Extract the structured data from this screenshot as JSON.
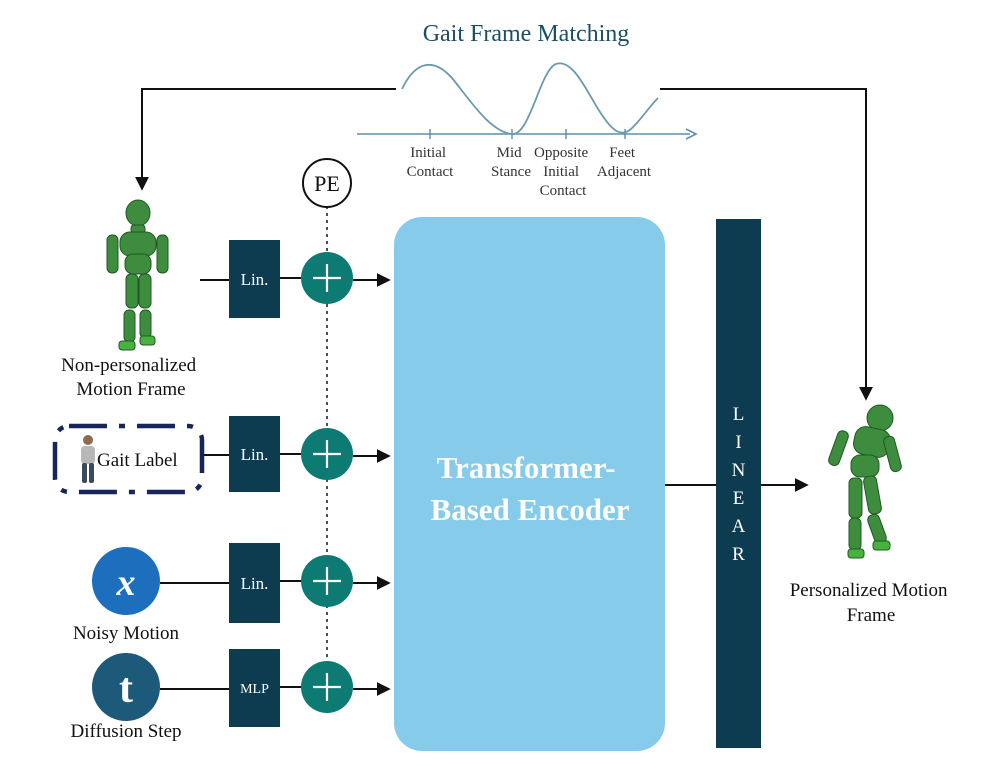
{
  "gait_matching": {
    "title": "Gait Frame Matching",
    "phases": [
      {
        "lines": [
          "Initial",
          "Contact"
        ]
      },
      {
        "lines": [
          "Mid",
          "Stance"
        ]
      },
      {
        "lines": [
          "Opposite",
          "Initial",
          "Contact"
        ]
      },
      {
        "lines": [
          "Feet",
          "Adjacent"
        ]
      }
    ]
  },
  "positional_encoding": {
    "label": "PE"
  },
  "inputs": {
    "motion_frame": {
      "lines": [
        "Non-personalized",
        "Motion Frame"
      ]
    },
    "gait_label": {
      "label": "Gait Label"
    },
    "noisy_motion": {
      "symbol": "x",
      "label": "Noisy Motion"
    },
    "diffusion_step": {
      "symbol": "t",
      "label": "Diffusion Step"
    }
  },
  "layers": {
    "lin_1": "Lin.",
    "lin_2": "Lin.",
    "lin_3": "Lin.",
    "mlp": "MLP"
  },
  "encoder": {
    "lines": [
      "Transformer-",
      "Based Encoder"
    ]
  },
  "linear_layer": {
    "letters": [
      "L",
      "I",
      "N",
      "E",
      "A",
      "R"
    ]
  },
  "output": {
    "lines": [
      "Personalized Motion",
      "Frame"
    ]
  },
  "colors": {
    "dark_teal": "#0d3b4f",
    "adder_teal": "#0e7a74",
    "encoder_blue": "#87cbeb",
    "noisy_blue": "#1d6fbd",
    "step_blue": "#1d5a7a",
    "title_teal": "#1b4f66",
    "wave": "#6a9ab0",
    "figure_green": "#3e8c3e",
    "label_dash": "#17255a"
  }
}
